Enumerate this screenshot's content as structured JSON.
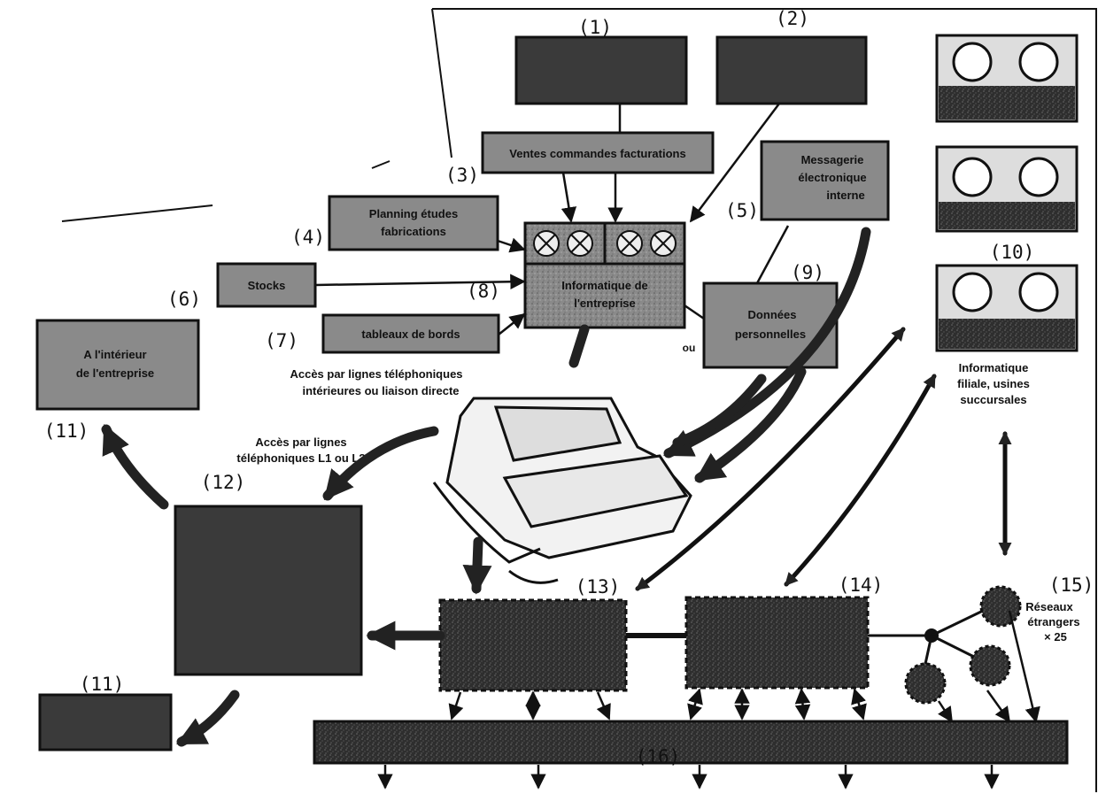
{
  "diagram": {
    "numbers": {
      "n1": "(1)",
      "n2": "(2)",
      "n3": "(3)",
      "n4": "(4)",
      "n5": "(5)",
      "n6": "(6)",
      "n7": "(7)",
      "n8": "(8)",
      "n9": "(9)",
      "n10": "(10)",
      "n11a": "(11)",
      "n11b": "(11)",
      "n12": "(12)",
      "n13": "(13)",
      "n14": "(14)",
      "n15": "(15)",
      "n16": "(16)"
    },
    "boxes": {
      "ventes": "Ventes commandes facturations",
      "messagerie_1": "Messagerie",
      "messagerie_2": "électronique",
      "messagerie_3": "interne",
      "planning_1": "Planning études",
      "planning_2": "fabrications",
      "stocks": "Stocks",
      "tableaux": "tableaux de bords",
      "informatique_1": "Informatique de",
      "informatique_2": "l'entreprise",
      "donnees_1": "Données",
      "donnees_2": "personnelles",
      "interieur_1": "A l'intérieur",
      "interieur_2": "de l'entreprise"
    },
    "captions": {
      "ou": "ou",
      "acces_interieur_1": "Accès par lignes téléphoniques",
      "acces_interieur_2": "intérieures ou liaison directe",
      "acces_l1l2_1": "Accès par lignes",
      "acces_l1l2_2": "téléphoniques L1 ou L2",
      "filiale_1": "Informatique",
      "filiale_2": "filiale, usines",
      "filiale_3": "succursales",
      "reseaux_1": "Réseaux",
      "reseaux_2": "étrangers",
      "reseaux_3": "× 25"
    }
  }
}
